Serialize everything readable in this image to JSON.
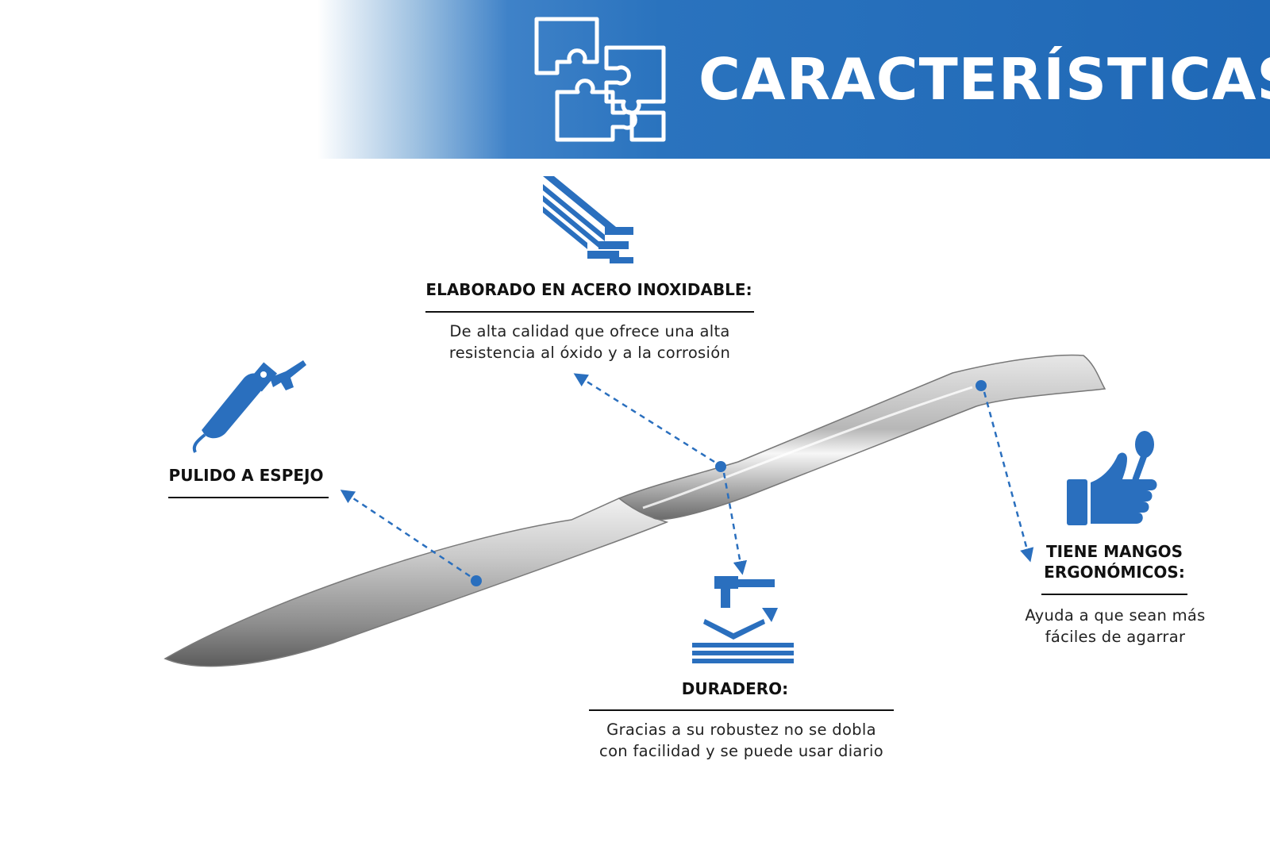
{
  "header": {
    "title": "CARACTERÍSTICAS",
    "icon": "puzzle-icon",
    "color": "#1f68b6"
  },
  "accent_color": "#2a6fbe",
  "features": {
    "steel": {
      "icon": "steel-beams-icon",
      "title": "ELABORADO EN ACERO INOXIDABLE:",
      "desc_line1": "De alta calidad que ofrece una alta",
      "desc_line2": "resistencia al óxido y a la corrosión"
    },
    "polish": {
      "icon": "polisher-icon",
      "title": "PULIDO A ESPEJO"
    },
    "durable": {
      "icon": "hammer-bend-icon",
      "title": "DURADERO:",
      "desc_line1": "Gracias a su robustez no se dobla",
      "desc_line2": "con facilidad y se puede usar diario"
    },
    "ergonomic": {
      "icon": "thumbs-up-spoon-icon",
      "title_line1": "TIENE MANGOS",
      "title_line2": "ERGONÓMICOS:",
      "desc_line1": "Ayuda a que sean más",
      "desc_line2": "fáciles de agarrar"
    }
  }
}
